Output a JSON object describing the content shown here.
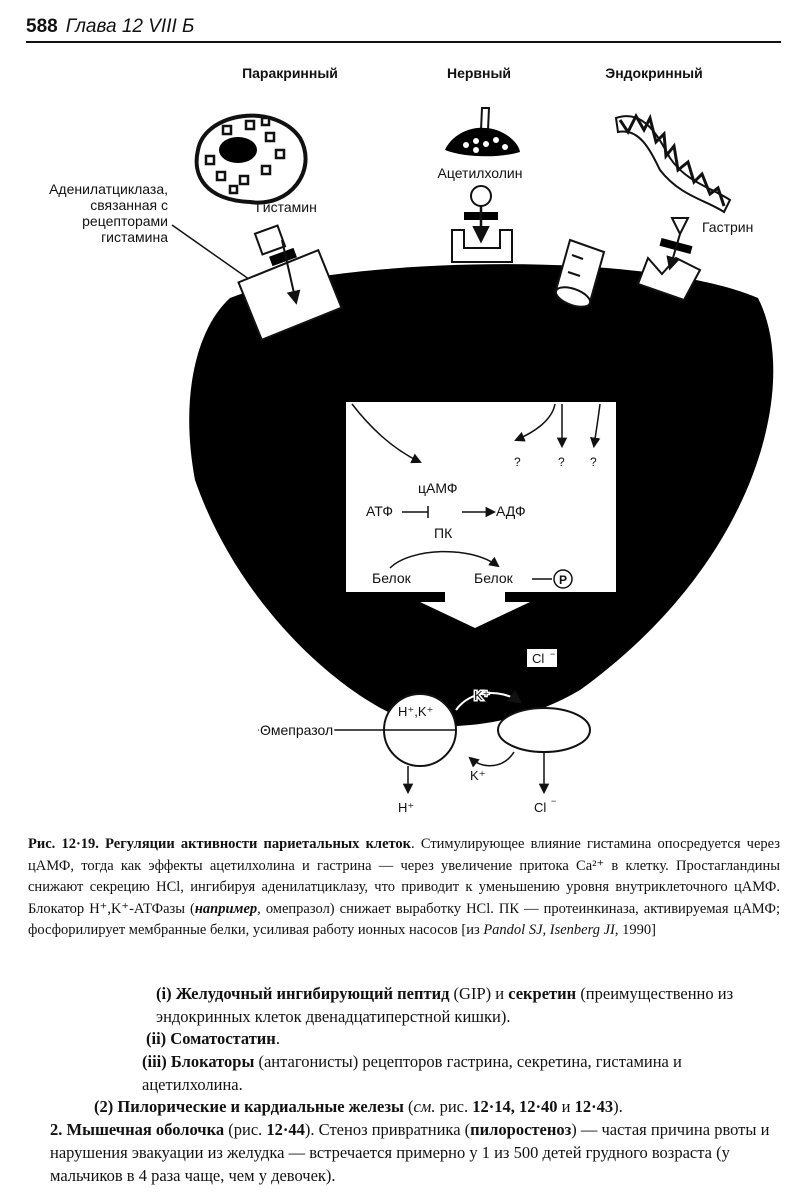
{
  "header": {
    "page_number": "588",
    "chapter": "Глава 12  VIII Б"
  },
  "figure": {
    "col_paracrine": "Паракринный",
    "col_nervous": "Нервный",
    "col_endocrine": "Эндокринный",
    "adenylate_cyclase_lines": [
      "Аденилатциклаза,",
      "связанная с",
      "рецепторами",
      "гистамина"
    ],
    "histamine": "Гистамин",
    "acetylcholine": "Ацетилхолин",
    "gastrin": "Гастрин",
    "camp": "цАМФ",
    "atp": "АТФ",
    "adp": "АДФ",
    "pk": "ПК",
    "protein1": "Белок",
    "protein2": "Белок",
    "phospho": "P",
    "question": "?",
    "cl_top": "Cl",
    "hk_pump": "H⁺,K⁺",
    "k_top": "K⁺",
    "k_bottom": "K⁺",
    "omeprazole": "Омепразол",
    "h_out": "H⁺",
    "cl_out": "Cl"
  },
  "caption": {
    "label": "Рис. 12·19. Регуляции активности париетальных клеток",
    "text": ". Стимулирующее влияние гистамина опосредуется через цАМФ, тогда как эффекты ацетилхолина и гастрина — через увеличение притока Ca²⁺ в клетку. Простагландины снижают секрецию HCl, ингибируя аденилатциклазу, что приводит к уменьшению уровня внутриклеточного цАМФ. Блокатор H⁺,K⁺-АТФазы (",
    "example": "например",
    "text2": ", омепразол) снижает выработку HCl. ПК — протеинкиназа, активируемая цАМФ; фосфорилирует мембранные белки, усиливая работу ионных насосов [из ",
    "ref": "Pandol SJ, Isenberg JI",
    "year": ", 1990]"
  },
  "items": {
    "i_num": "(i)",
    "i_bold": "Желудочный ингибирующий пептид",
    "i_text": " (GIP) и ",
    "i_bold2": "секретин",
    "i_text2": " (преимущественно из эндокринных клеток двенадцатиперстной кишки).",
    "ii_num": "(ii)",
    "ii_bold": "Соматостатин",
    "ii_text": ".",
    "iii_num": "(iii)",
    "iii_bold": "Блокаторы",
    "iii_text": " (антагонисты) рецепторов гастрина, секретина, гистамина и ацетилхолина.",
    "s2_bold": "(2) Пилорические и кардиальные железы",
    "s2_text1": " (",
    "s2_see": "см.",
    "s2_text2": " рис. ",
    "s2_refs": "12·14, 12·40",
    "s2_and": " и ",
    "s2_ref3": "12·43",
    "s2_end": ").",
    "p2_num": "2.",
    "p2_bold": "Мышечная оболочка",
    "p2_t1": " (рис. ",
    "p2_ref": "12·44",
    "p2_t2": "). Стеноз привратника (",
    "p2_bold2": "пилоростеноз",
    "p2_t3": ") — частая причина рвоты и нарушения эвакуации из желудка — встречается примерно у 1 из 500 детей грудного возраста (у мальчиков в 4 раза чаще, чем у девочек)."
  }
}
